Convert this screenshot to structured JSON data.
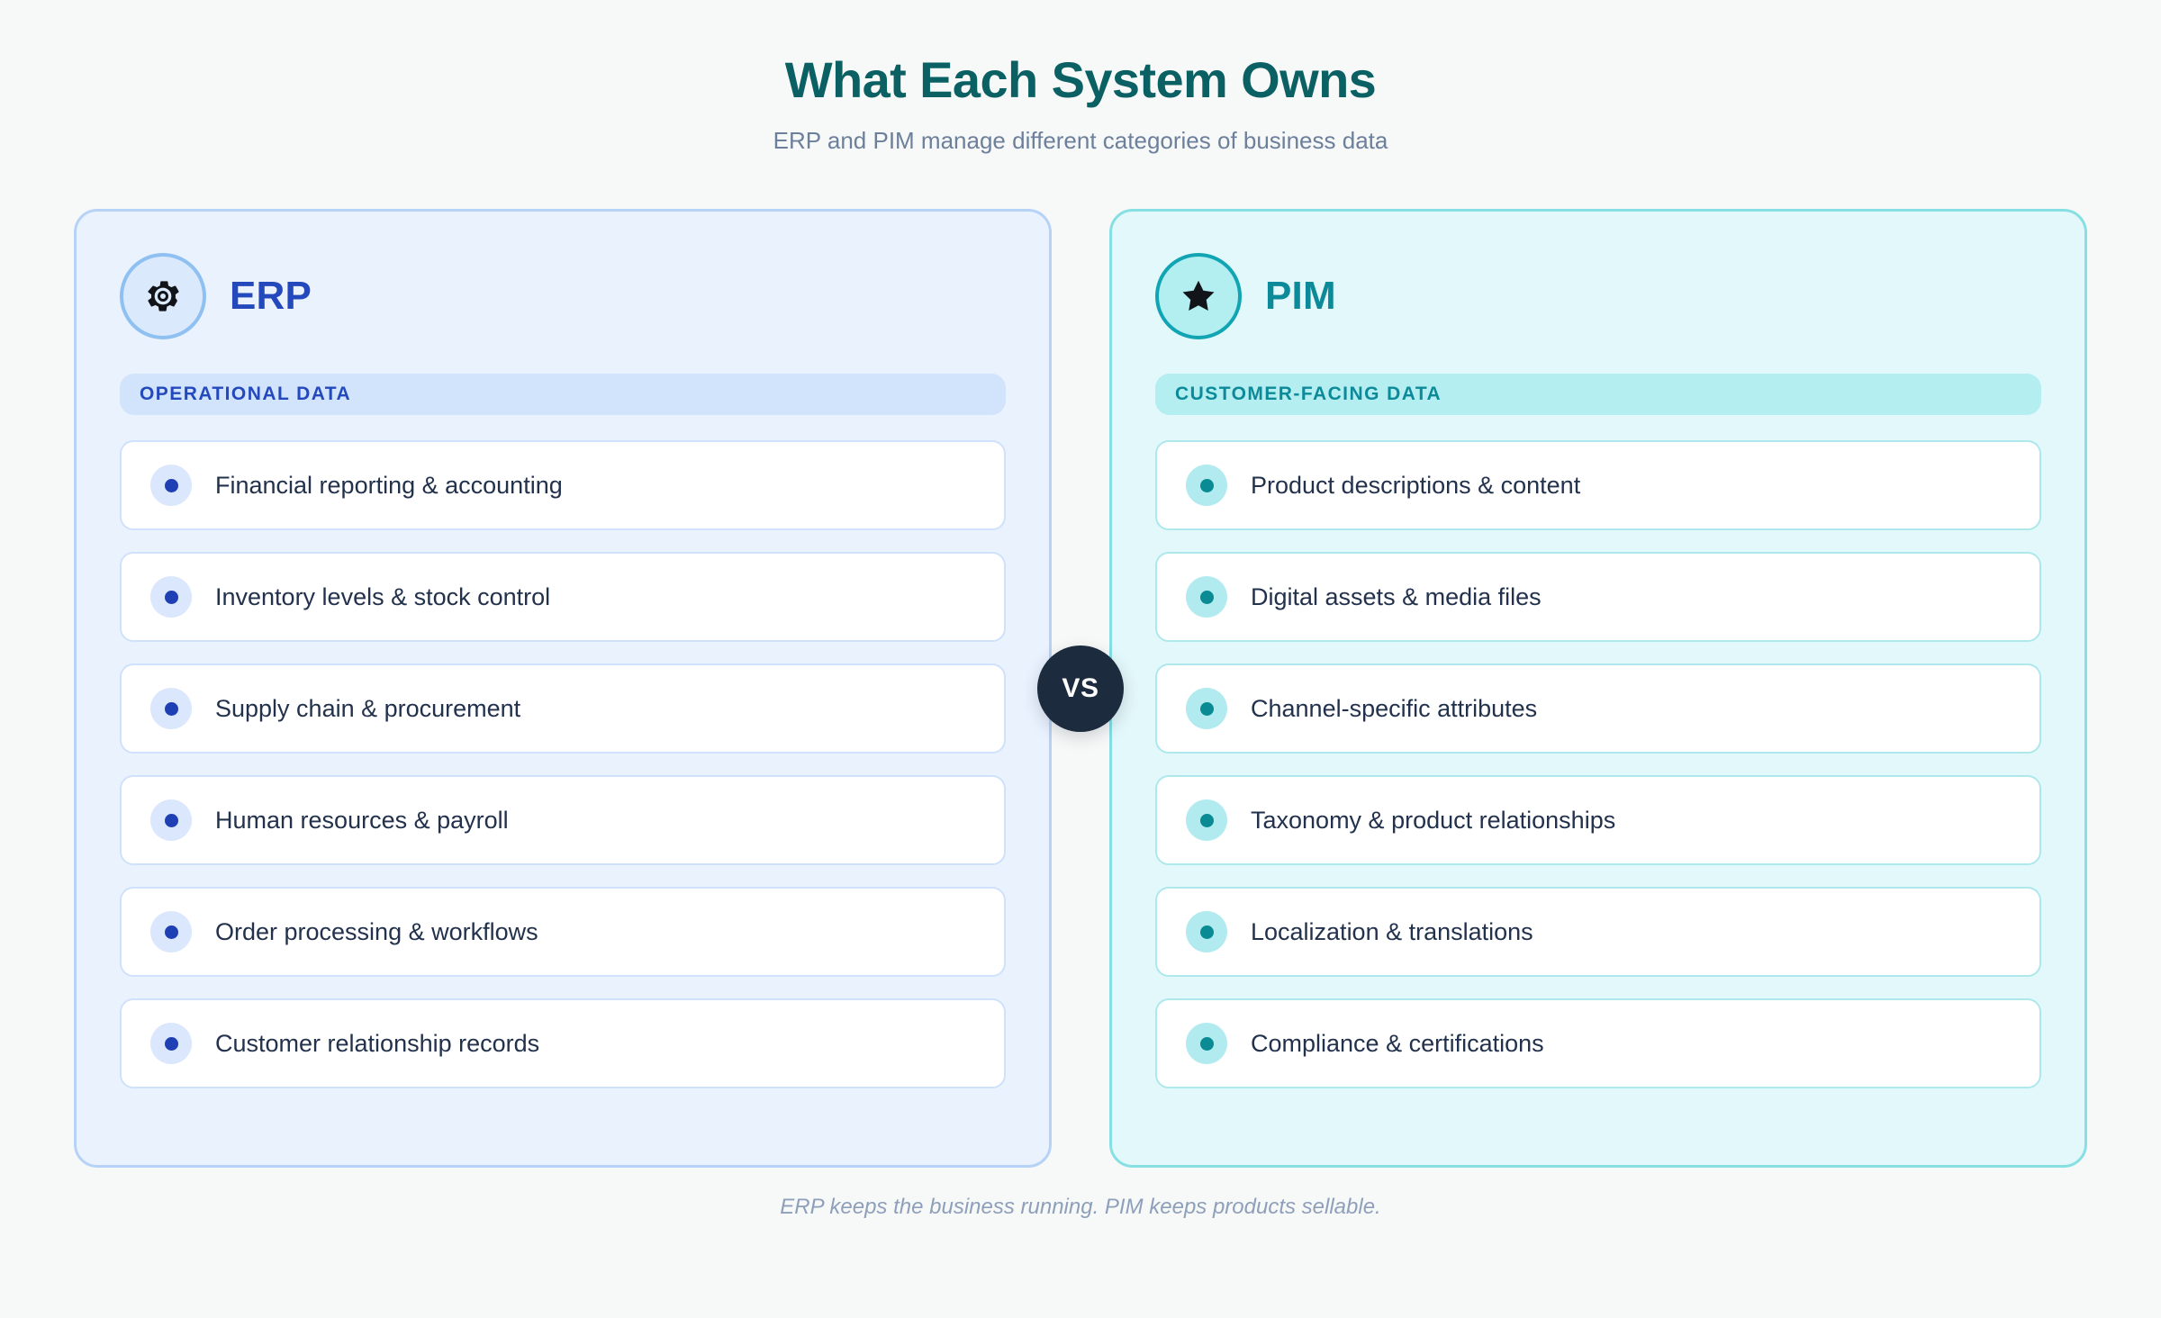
{
  "header": {
    "title": "What Each System Owns",
    "subtitle": "ERP and PIM manage different categories of business data"
  },
  "vs_badge": {
    "label": "VS"
  },
  "panels": [
    {
      "id": "erp",
      "title": "ERP",
      "icon": "gear-icon",
      "section_label": "OPERATIONAL DATA",
      "accent_color": "#2449bd",
      "panel_bg": "#eaf2fe",
      "panel_border": "#b6d2f7",
      "items": [
        {
          "label": "Financial reporting & accounting"
        },
        {
          "label": "Inventory levels & stock control"
        },
        {
          "label": "Supply chain & procurement"
        },
        {
          "label": "Human resources & payroll"
        },
        {
          "label": "Order processing & workflows"
        },
        {
          "label": "Customer relationship records"
        }
      ]
    },
    {
      "id": "pim",
      "title": "PIM",
      "icon": "star-icon",
      "section_label": "CUSTOMER-FACING DATA",
      "accent_color": "#0d8a99",
      "panel_bg": "#e3f8fa",
      "panel_border": "#86dfe2",
      "items": [
        {
          "label": "Product descriptions & content"
        },
        {
          "label": "Digital assets & media files"
        },
        {
          "label": "Channel-specific attributes"
        },
        {
          "label": "Taxonomy & product relationships"
        },
        {
          "label": "Localization & translations"
        },
        {
          "label": "Compliance & certifications"
        }
      ]
    }
  ],
  "footer": {
    "note": "ERP keeps the business running. PIM keeps products sellable."
  }
}
